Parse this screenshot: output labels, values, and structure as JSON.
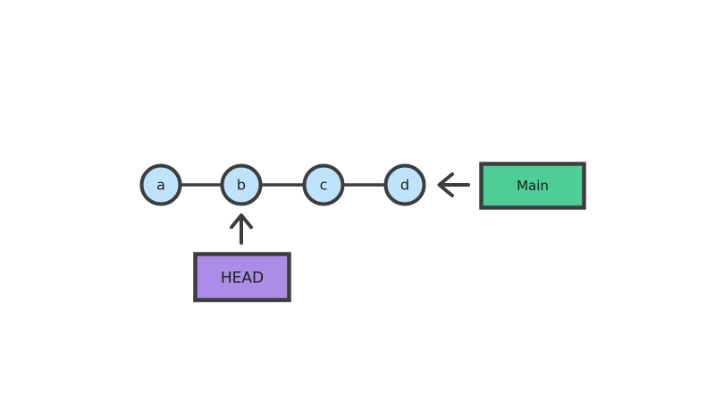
{
  "diagram": {
    "type": "git-commit-graph",
    "background": "#ffffff",
    "nodes": [
      {
        "id": "a",
        "label": "a"
      },
      {
        "id": "b",
        "label": "b"
      },
      {
        "id": "c",
        "label": "c"
      },
      {
        "id": "d",
        "label": "d"
      }
    ],
    "edges": [
      {
        "from": "a",
        "to": "b"
      },
      {
        "from": "b",
        "to": "c"
      },
      {
        "from": "c",
        "to": "d"
      }
    ],
    "labels": {
      "branch": "Main",
      "head": "HEAD"
    },
    "pointers": [
      {
        "from": "Main",
        "to": "d",
        "direction": "left"
      },
      {
        "from": "HEAD",
        "to": "b",
        "direction": "up"
      }
    ],
    "colors": {
      "node_fill": "#bfe3fb",
      "branch_fill": "#4dcd98",
      "head_fill": "#ab8ce6",
      "stroke": "#3d3d3d",
      "text": "#1d1d1d"
    }
  }
}
